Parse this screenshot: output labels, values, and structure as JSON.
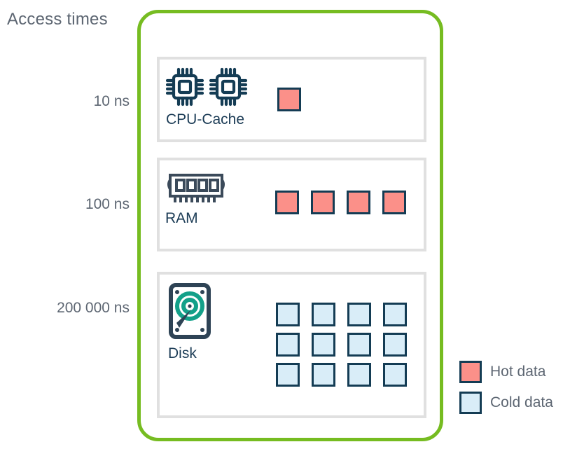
{
  "title": "Access times",
  "colors": {
    "hot": "#fb9089",
    "cold": "#d9edf8",
    "cell_border": "#143c54",
    "container_border": "#76bc21",
    "panel_border": "#e0e0e0",
    "text_gray": "#5d6672",
    "text_navy": "#1c3c56",
    "icon_navy": "#143c54",
    "icon_teal": "#13a089"
  },
  "tiers": [
    {
      "id": "cpu-cache",
      "name": "CPU-Cache",
      "access_time": "10 ns",
      "icon": "cpu-chip-icon",
      "icon_count": 2,
      "cells": {
        "kind": "hot",
        "count": 1,
        "columns": 1,
        "rows": 1
      }
    },
    {
      "id": "ram",
      "name": "RAM",
      "access_time": "100 ns",
      "icon": "ram-stick-icon",
      "icon_count": 1,
      "cells": {
        "kind": "hot",
        "count": 4,
        "columns": 4,
        "rows": 1
      }
    },
    {
      "id": "disk",
      "name": "Disk",
      "access_time": "200 000 ns",
      "icon": "hard-disk-icon",
      "icon_count": 1,
      "cells": {
        "kind": "cold",
        "count": 12,
        "columns": 4,
        "rows": 3
      }
    }
  ],
  "legend": [
    {
      "id": "hot",
      "label": "Hot data",
      "swatch": "hot"
    },
    {
      "id": "cold",
      "label": "Cold data",
      "swatch": "cold"
    }
  ],
  "chart_data": {
    "type": "diagram",
    "title": "Access times",
    "description": "Memory hierarchy pyramid showing hot and cold data placement across CPU-Cache, RAM and Disk tiers",
    "categories": [
      "CPU-Cache",
      "RAM",
      "Disk"
    ],
    "access_times_ns": [
      10,
      100,
      200000
    ],
    "access_time_labels": [
      "10 ns",
      "100 ns",
      "200 000 ns"
    ],
    "series": [
      {
        "name": "Hot data",
        "values": [
          1,
          4,
          0
        ]
      },
      {
        "name": "Cold data",
        "values": [
          0,
          0,
          12
        ]
      }
    ],
    "legend": [
      "Hot data",
      "Cold data"
    ],
    "legend_position": "bottom-right",
    "grid": false,
    "ylabel": "Access times",
    "xlabel": ""
  }
}
